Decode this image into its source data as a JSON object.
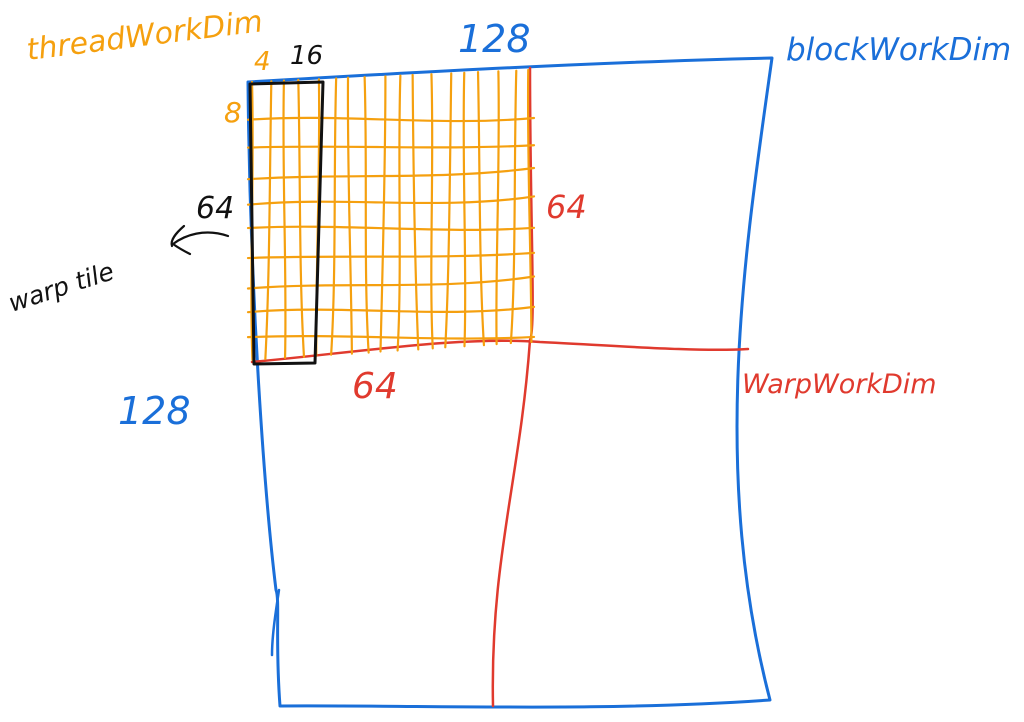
{
  "labels": {
    "thread_work_dim": "threadWorkDim",
    "block_work_dim": "blockWorkDim",
    "warp_work_dim": "WarpWorkDim",
    "warp_tile": "warp tile",
    "block_top_size": "128",
    "block_left_size": "128",
    "warp_right_size": "64",
    "warp_bottom_size": "64",
    "thread_col_size": "4",
    "thread_row_size": "8",
    "warp_tile_width": "16",
    "warp_tile_height": "64"
  },
  "colors": {
    "block": "#1a6fd9",
    "warp": "#e03a2e",
    "thread_grid": "#f5a00f",
    "warp_tile": "#111111"
  },
  "grid": {
    "columns": 17,
    "rows": 8
  }
}
